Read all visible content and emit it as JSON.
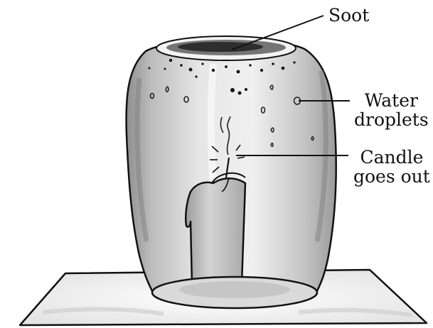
{
  "labels": {
    "soot": "Soot",
    "water_line1": "Water",
    "water_line2": "droplets",
    "candle_line1": "Candle",
    "candle_line2": "goes out"
  },
  "colors": {
    "ink": "#111111",
    "glass_shadow": "#9a9a9a",
    "glass_light": "#d8d8d8",
    "candle": "#c9c9c9",
    "paper": "#ffffff"
  }
}
